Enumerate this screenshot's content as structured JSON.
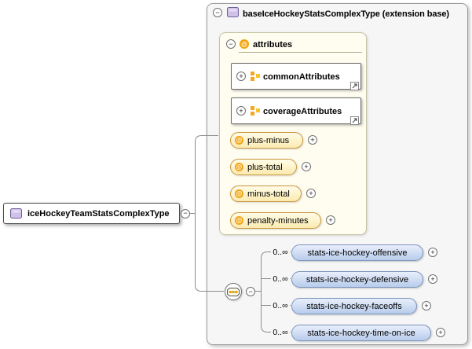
{
  "root_type": {
    "label": "iceHockeyTeamStatsComplexType"
  },
  "base_type": {
    "label": "baseIceHockeyStatsComplexType (extension base)"
  },
  "attributes_section": {
    "label": "attributes",
    "groups": [
      {
        "label": "commonAttributes"
      },
      {
        "label": "coverageAttributes"
      }
    ],
    "attributes": [
      {
        "label": "plus-minus"
      },
      {
        "label": "plus-total"
      },
      {
        "label": "minus-total"
      },
      {
        "label": "penalty-minutes"
      }
    ]
  },
  "sequence": {
    "compositor": "sequence",
    "elements": [
      {
        "occurs": "0..∞",
        "label": "stats-ice-hockey-offensive"
      },
      {
        "occurs": "0..∞",
        "label": "stats-ice-hockey-defensive"
      },
      {
        "occurs": "0..∞",
        "label": "stats-ice-hockey-faceoffs"
      },
      {
        "occurs": "0..∞",
        "label": "stats-ice-hockey-time-on-ice"
      }
    ]
  },
  "glyphs": {
    "collapse": "−",
    "expand": "+",
    "attribute": "@"
  },
  "colors": {
    "element_fill": "#c3d6f2",
    "attribute_fill": "#fdf0bc",
    "complex_type_icon": "#cfc1e8",
    "attribute_icon": "#f2a30f",
    "connector": "#8c8c8c"
  }
}
